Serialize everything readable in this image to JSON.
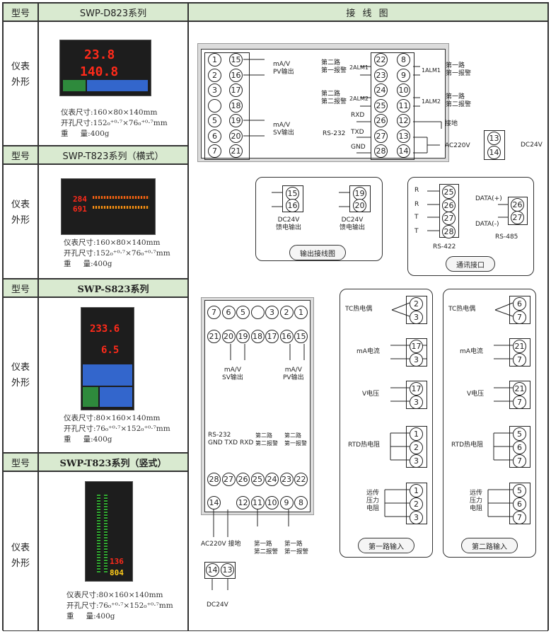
{
  "header": {
    "type_label": "型号",
    "series1": "SWP-D823系列",
    "wiring_title": "接 线 图"
  },
  "rows": [
    {
      "label": "型号",
      "series": "SWP-T823系列（横式）"
    },
    {
      "label": "型号",
      "series": "SWP-S823系列"
    },
    {
      "label": "型号",
      "series": "SWP-T823系列（竖式）"
    }
  ],
  "appearance_label": "仪表\n外形",
  "specs": [
    "仪表尺寸:160×80×140mm\n开孔尺寸:152₀⁺⁰·⁷×76₀⁺⁰·⁷mm\n重　  量:400g",
    "仪表尺寸:160×80×140mm\n开孔尺寸:152₀⁺⁰·⁷×76₀⁺⁰·⁷mm\n重　  量:400g",
    "仪表尺寸:80×160×140mm\n开孔尺寸:76₀⁺⁰·⁷×152₀⁺⁰·⁷mm\n重　  量:400g",
    "仪表尺寸:80×160×140mm\n开孔尺寸:76₀⁺⁰·⁷×152₀⁺⁰·⁷mm\n重　  量:400g"
  ],
  "displays": {
    "d1": "23.8",
    "d2": "140.8",
    "t1": "284",
    "t2": "691",
    "s1": "233.6",
    "s2": "6.5",
    "v1": "136",
    "v2": "804"
  },
  "labels": {
    "mav_pv": "mA/V\nPV输出",
    "mav_sv": "mA/V\nSV输出",
    "ch2_alarm": "第二路\n第二报警",
    "ch1_alarm": "第一路\n第一报警",
    "alm1": "2ALM1",
    "alm2": "2ALM2",
    "alm1b": "1ALM1",
    "alm2b": "1ALM2",
    "rxd": "RXD",
    "txd": "TXD",
    "gnd": "GND",
    "rs232": "RS-232",
    "ground": "接地",
    "ac220": "AC220V",
    "dc24": "DC24V",
    "dc24_feed": "DC24V\n馈电输出",
    "output_diagram": "输出接线图",
    "comm_port": "通讯接口",
    "rs422": "RS-422",
    "rs485": "RS-485",
    "data_p": "DATA(+)",
    "data_m": "DATA(-)",
    "tc": "TC热电偶",
    "ma": "mA电流",
    "v": "V电压",
    "rtd": "RTD热电阻",
    "remote": "远传\n压力\n电阻",
    "ch1_input": "第一路输入",
    "ch2_input": "第二路输入",
    "rs232_hdr": "RS-232\nGND TXD RXD",
    "vertical_alarm1": "2ALM2",
    "vertical_alarm2": "2ALM1",
    "v_alm1": "1ALM2",
    "v_alm2": "1ALM1",
    "ac220_ground": "AC220V 接地",
    "ch2_alarm_v": "第一路\n第二报警",
    "ch1_alarm_v": "第一路\n第一报警"
  }
}
